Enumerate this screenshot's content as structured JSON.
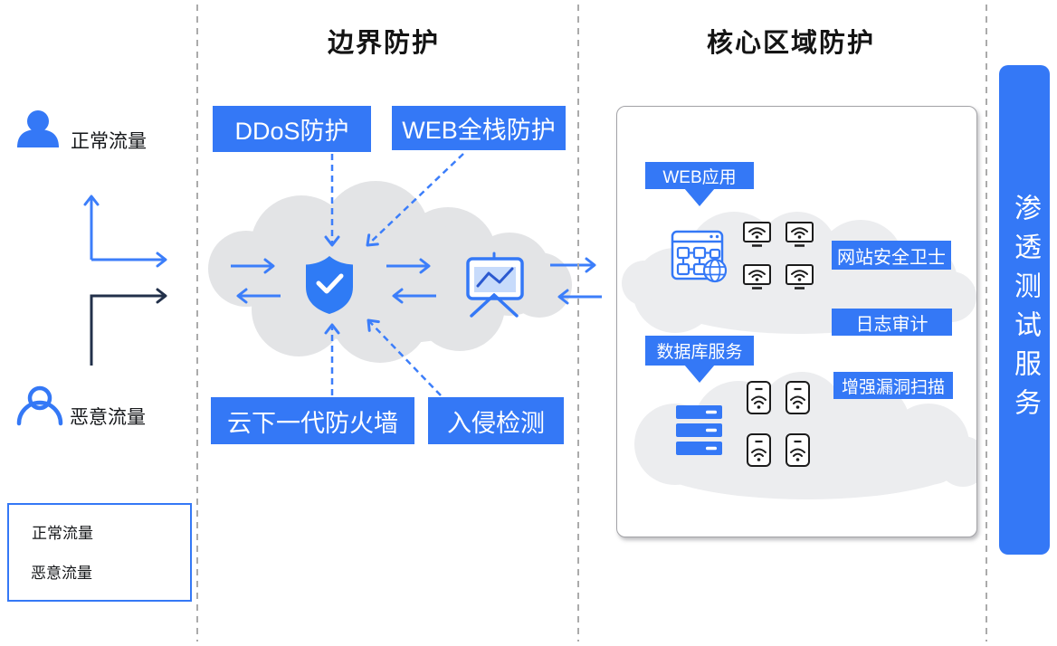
{
  "colors": {
    "accent_blue": "#3478F6",
    "arrow_blue": "#3C7EFA",
    "dark_navy": "#22304A",
    "cloud_gray": "#E3E4E6",
    "panel_cloud_gray": "#ECEDEF",
    "easel_fill": "#C7DBFB",
    "easel_line": "#2B59D0"
  },
  "zones": {
    "border_title": "边界防护",
    "core_title": "核心区域防护"
  },
  "actors": {
    "normal": {
      "label": "正常流量"
    },
    "malicious": {
      "label": "恶意流量"
    }
  },
  "border_zone": {
    "boxes": [
      {
        "label": "DDoS防护"
      },
      {
        "label": "WEB全栈防护"
      },
      {
        "label": "云下一代防火墙"
      },
      {
        "label": "入侵检测"
      }
    ]
  },
  "core_zone": {
    "tags": [
      {
        "label": "WEB应用"
      },
      {
        "label": "数据库服务"
      }
    ],
    "boxes": [
      {
        "label": "网站安全卫士"
      },
      {
        "label": "日志审计"
      },
      {
        "label": "增强漏洞扫描"
      }
    ]
  },
  "ribbon": {
    "label": "渗透测试服务"
  },
  "legend": {
    "items": [
      {
        "label": "正常流量",
        "arrow_color": "#3C7EFA"
      },
      {
        "label": "恶意流量",
        "arrow_color": "#22304A"
      }
    ]
  }
}
